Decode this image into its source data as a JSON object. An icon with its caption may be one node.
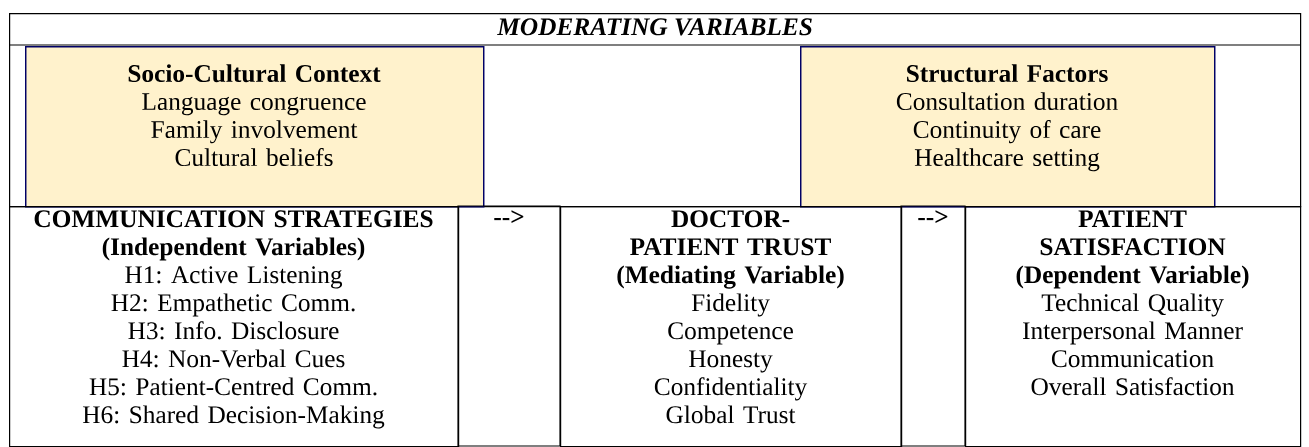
{
  "diagram": {
    "nodes": [
      {
        "text": [
          "MODERATING VARIABLES"
        ]
      },
      {
        "text": [
          "Socio-Cultural Context",
          "Language congruence",
          "Family involvement",
          "Cultural beliefs"
        ],
        "in": 0
      },
      {
        "text": [
          "Structural Factors",
          "Consultation duration",
          "Continuity of care",
          "Healthcare setting"
        ],
        "in": 0
      },
      {
        "text": [
          "COMMUNICATION STRATEGIES (Independent Variables)",
          "H1: Active Listening",
          "H2: Empathetic Comm.",
          "H3: Info. Disclosure",
          "H4: Non-Verbal Cues",
          "H5: Patient-Centred Comm.",
          "H6: Shared Decision-Making"
        ]
      },
      {
        "text": [
          "DOCTOR-PATIENT TRUST (Mediating Variable)",
          "Fidelity",
          "Competence",
          "Honesty",
          "Confidentiality",
          "Global Trust"
        ]
      },
      {
        "text": [
          "PATIENT SATISFACTION (Dependent Variable)",
          "Technical Quality",
          "Interpersonal Manner",
          "Communication",
          "Overall Satisfaction"
        ]
      }
    ],
    "labels": [
      "-->",
      "-->"
    ]
  }
}
